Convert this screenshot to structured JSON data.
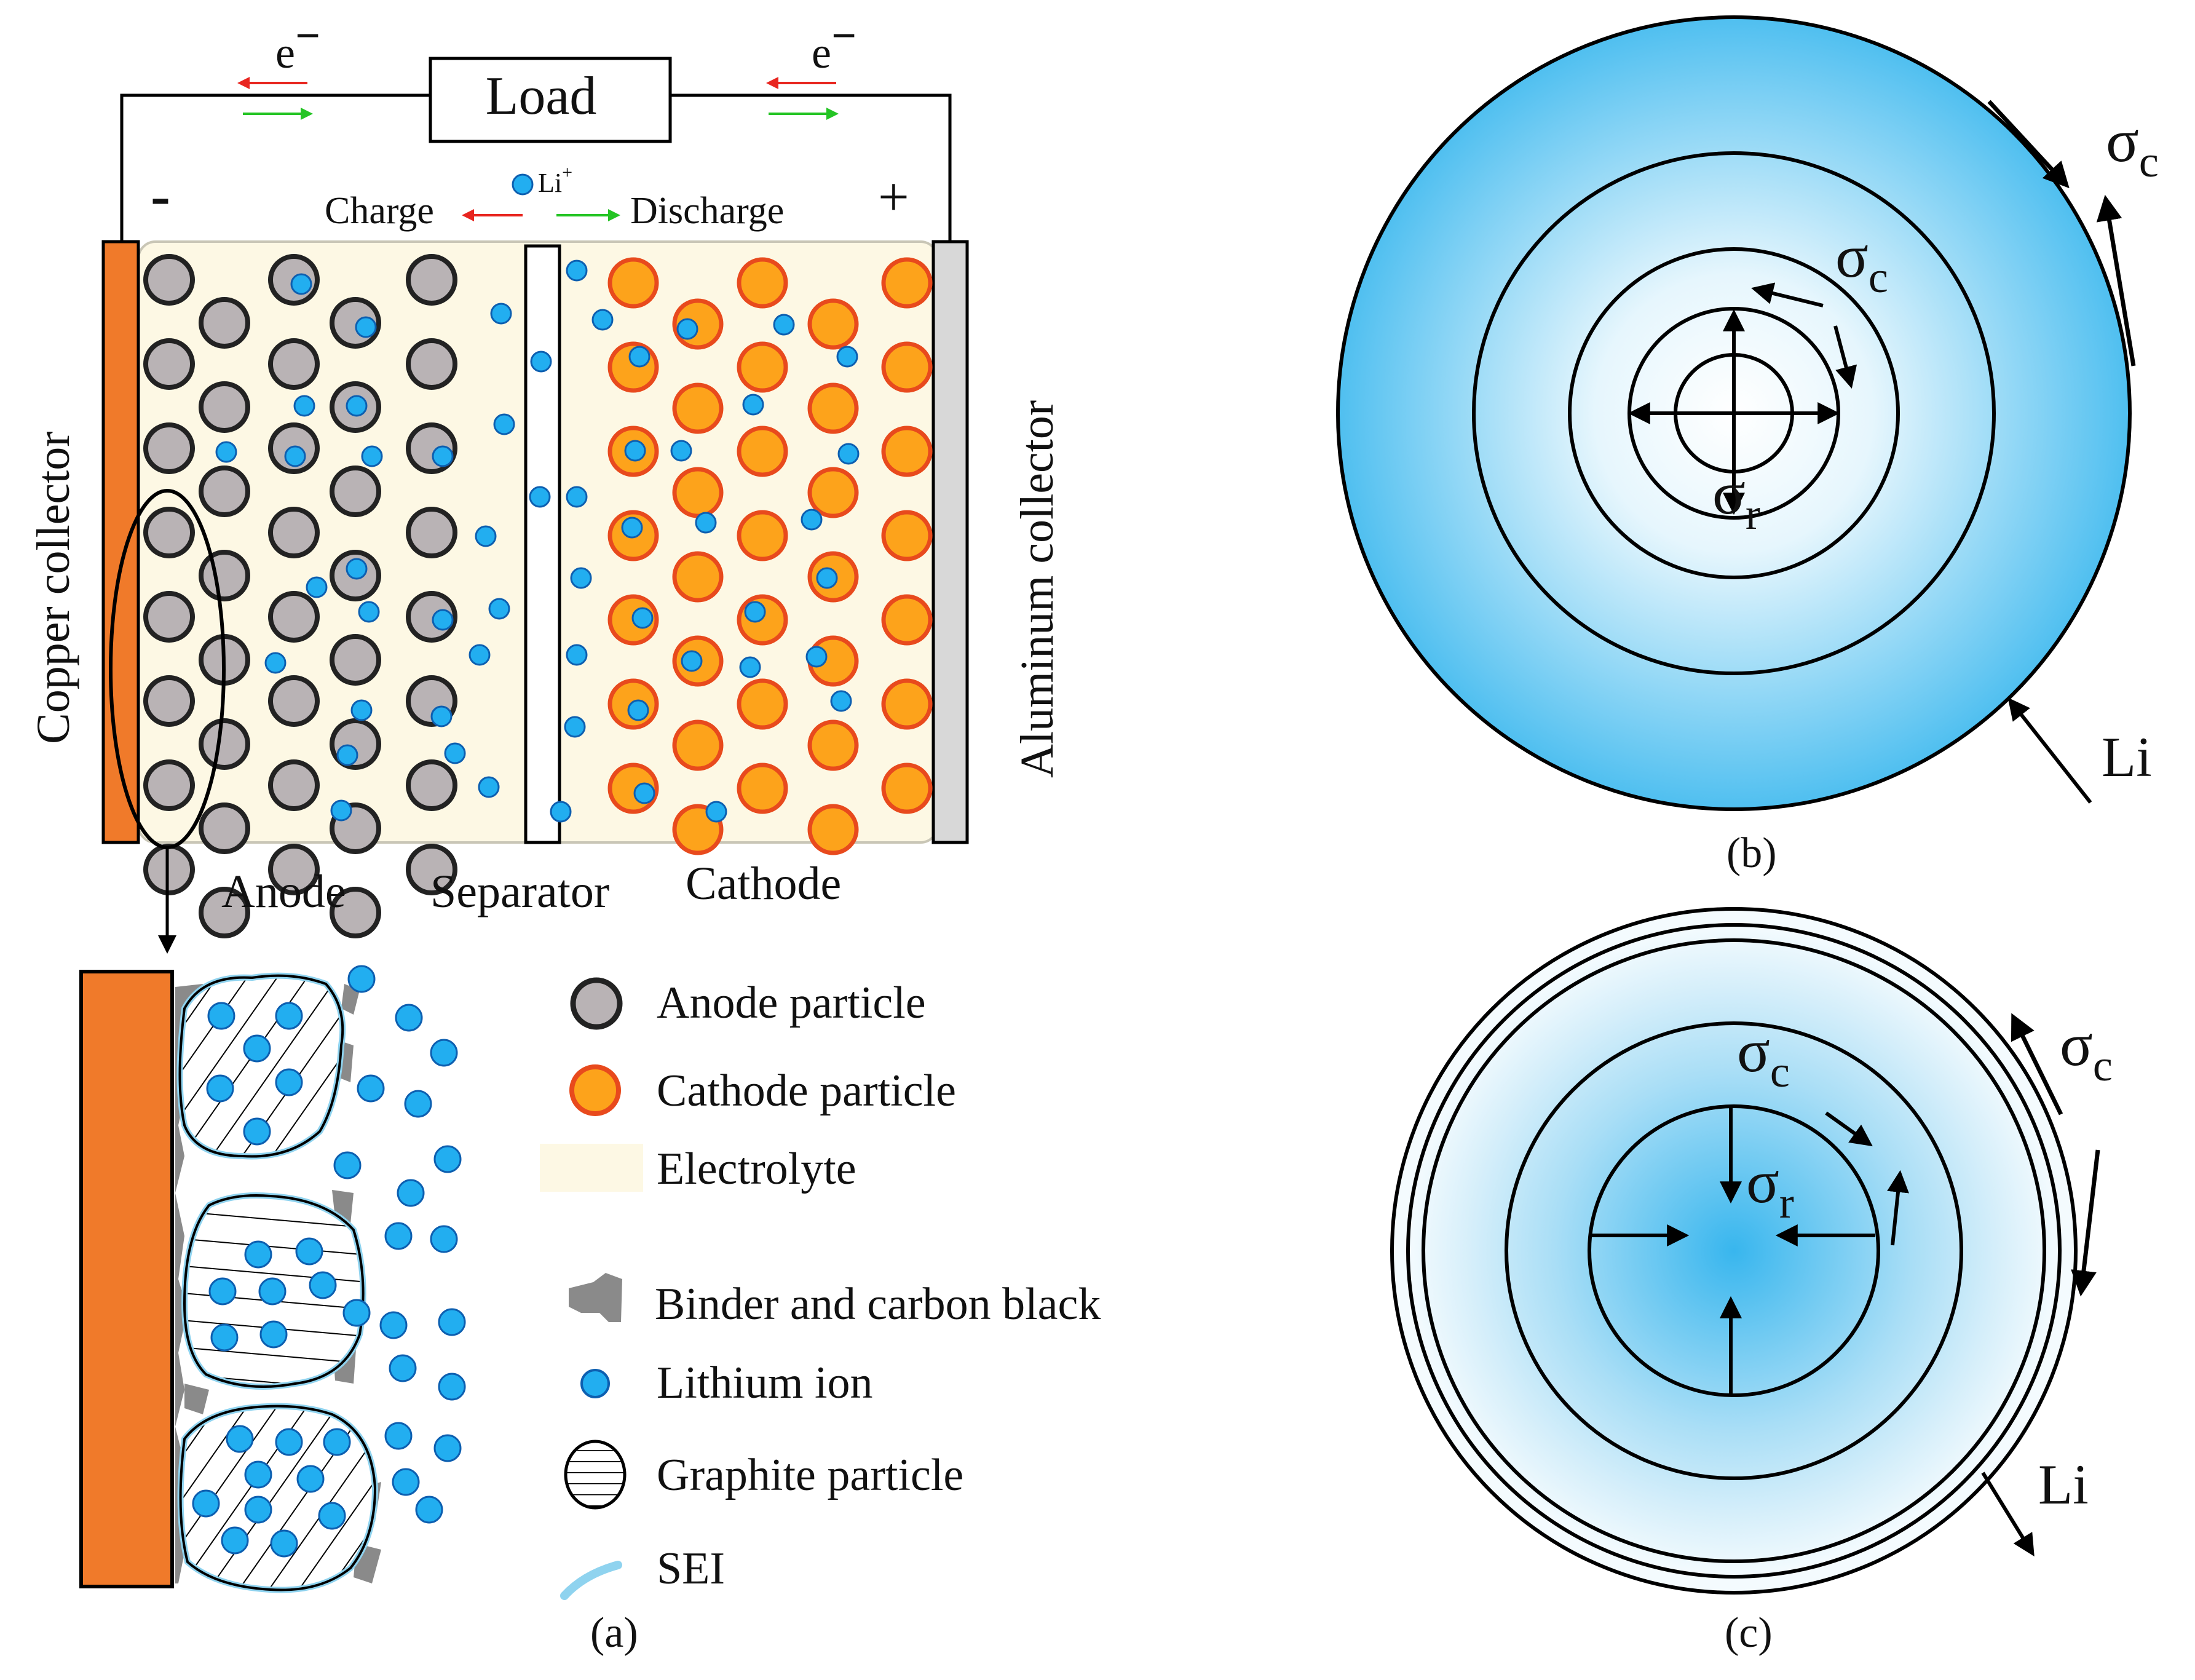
{
  "circuit": {
    "load_label": "Load",
    "electron_left": "e",
    "electron_right": "e",
    "electron_sup": "−",
    "minus_sign": "-",
    "plus_sign": "+",
    "ion_label": "Li",
    "ion_sup": "+",
    "charge_label": "Charge",
    "discharge_label": "Discharge"
  },
  "cell": {
    "copper_collector": "Copper collector",
    "aluminum_collector": "Aluminum collector",
    "anode_label": "Anode",
    "separator_label": "Separator",
    "cathode_label": "Cathode"
  },
  "legend": {
    "anode_particle": "Anode particle",
    "cathode_particle": "Cathode particle",
    "electrolyte": "Electrolyte",
    "binder": "Binder and carbon black",
    "lithium_ion": "Lithium ion",
    "graphite": "Graphite particle",
    "sei": "SEI"
  },
  "panel_b": {
    "caption": "(b)",
    "sigma_c_outer": "σ",
    "sigma_c_inner": "σ",
    "sigma_r": "σ",
    "sub_c": "c",
    "sub_r": "r",
    "li_label": "Li"
  },
  "panel_c": {
    "caption": "(c)",
    "sigma_c_outer": "σ",
    "sigma_c_inner": "σ",
    "sigma_r": "σ",
    "sub_c": "c",
    "sub_r": "r",
    "li_label": "Li"
  },
  "panel_a": {
    "caption": "(a)"
  },
  "colors": {
    "copper": "#f07a2a",
    "aluminum": "#d8d8d8",
    "electrolyte": "#fdf8e4",
    "anode_particle": "#b9b3b5",
    "cathode_fill": "#fda31b",
    "cathode_rim": "#e84a1d",
    "lithium_ion": "#22aef0",
    "sei": "#8fd3ef",
    "binder": "#8a8a8a",
    "charge_arrow": "#e8251f",
    "discharge_arrow": "#24c424",
    "blue_outer": "#4fbff0"
  }
}
